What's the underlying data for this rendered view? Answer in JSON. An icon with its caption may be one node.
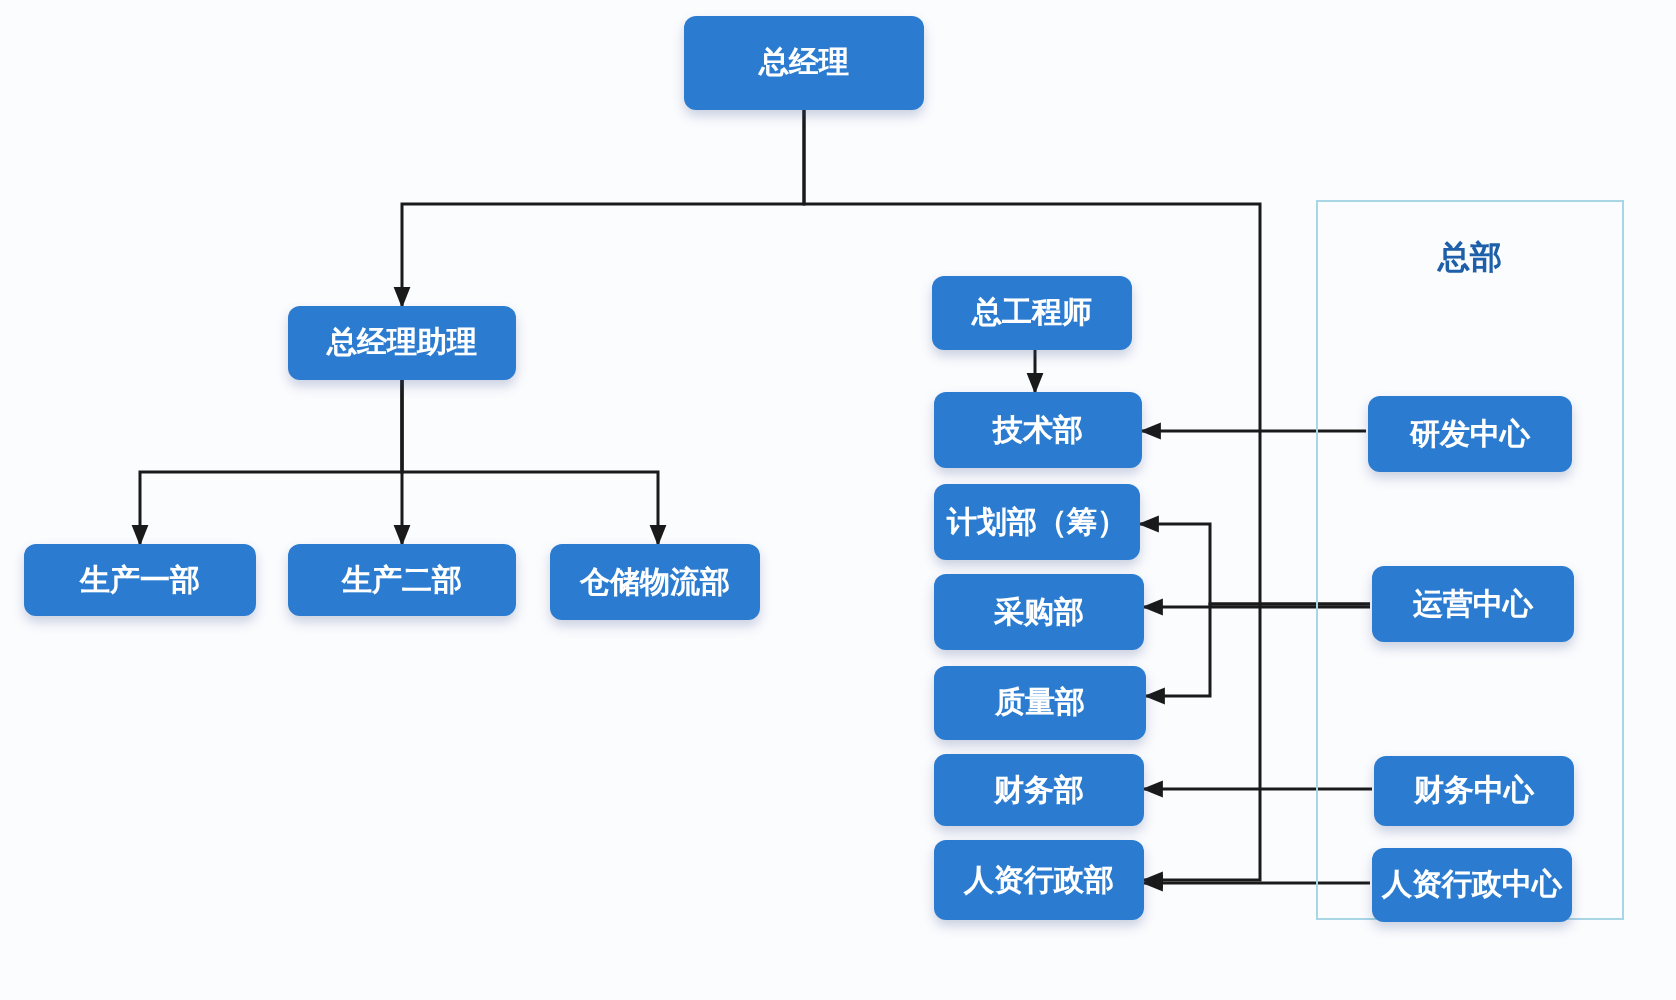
{
  "diagram": {
    "nodes": [
      {
        "text": [
          "总经理"
        ]
      },
      {
        "text": [
          "总经理助理"
        ]
      },
      {
        "text": [
          "总工程师"
        ]
      },
      {
        "text": [
          "总部"
        ]
      },
      {
        "text": [
          "生产一部"
        ]
      },
      {
        "text": [
          "生产二部"
        ]
      },
      {
        "text": [
          "仓储物流部"
        ]
      },
      {
        "text": [
          "技术部"
        ]
      },
      {
        "text": [
          "计划部（筹）"
        ]
      },
      {
        "text": [
          "采购部"
        ]
      },
      {
        "text": [
          "质量部"
        ]
      },
      {
        "text": [
          "财务部"
        ]
      },
      {
        "text": [
          "人资行政部"
        ]
      },
      {
        "text": [
          "研发中心"
        ],
        "in": 3
      },
      {
        "text": [
          "运营中心"
        ],
        "in": 3
      },
      {
        "text": [
          "财务中心"
        ],
        "in": 3
      },
      {
        "text": [
          "人资行政中心"
        ],
        "in": 3
      }
    ],
    "edges": [
      {
        "from": 0,
        "to": 1,
        "arrow": "to"
      },
      {
        "from": 0,
        "to": 12,
        "arrow": "to"
      },
      {
        "from": 1,
        "to": 4,
        "arrow": "to"
      },
      {
        "from": 1,
        "to": 5,
        "arrow": "to"
      },
      {
        "from": 1,
        "to": 6,
        "arrow": "to"
      },
      {
        "from": 2,
        "to": 7,
        "arrow": "to"
      },
      {
        "from": 13,
        "to": 7,
        "arrow": "to"
      },
      {
        "from": 14,
        "to": 8,
        "arrow": "to"
      },
      {
        "from": 14,
        "to": 9,
        "arrow": "to"
      },
      {
        "from": 14,
        "to": 10,
        "arrow": "to"
      },
      {
        "from": 15,
        "to": 11,
        "arrow": "to"
      },
      {
        "from": 16,
        "to": 12,
        "arrow": "to"
      }
    ]
  }
}
